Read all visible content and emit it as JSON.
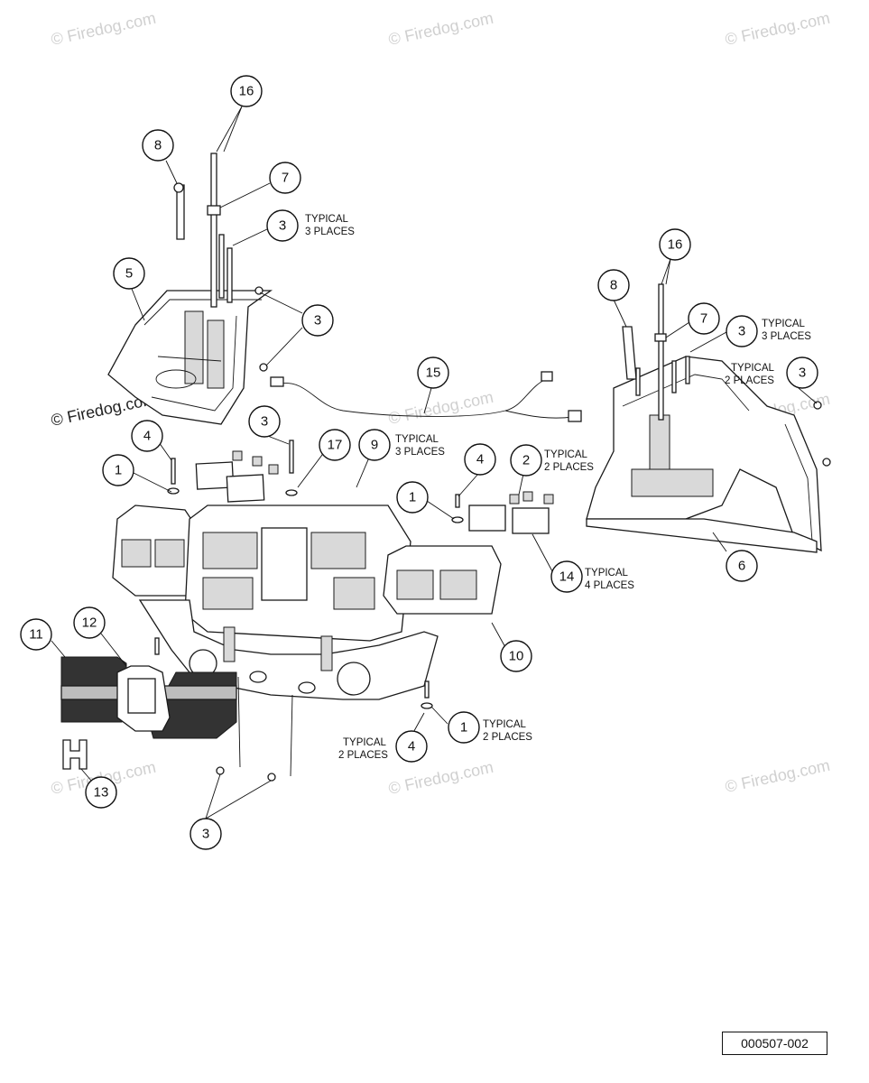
{
  "watermarks": {
    "brand": "© Firedog.com"
  },
  "reference_number": "000507-002",
  "callouts": [
    {
      "id": "c16a",
      "label": "16"
    },
    {
      "id": "c8a",
      "label": "8"
    },
    {
      "id": "c7a",
      "label": "7"
    },
    {
      "id": "c3a",
      "label": "3"
    },
    {
      "id": "c5",
      "label": "5"
    },
    {
      "id": "c3b",
      "label": "3"
    },
    {
      "id": "c15",
      "label": "15"
    },
    {
      "id": "c16b",
      "label": "16"
    },
    {
      "id": "c8b",
      "label": "8"
    },
    {
      "id": "c7b",
      "label": "7"
    },
    {
      "id": "c3c",
      "label": "3"
    },
    {
      "id": "c3d",
      "label": "3"
    },
    {
      "id": "c3e",
      "label": "3"
    },
    {
      "id": "c4a",
      "label": "4"
    },
    {
      "id": "c17",
      "label": "17"
    },
    {
      "id": "c9",
      "label": "9"
    },
    {
      "id": "c4b",
      "label": "4"
    },
    {
      "id": "c2",
      "label": "2"
    },
    {
      "id": "c1a",
      "label": "1"
    },
    {
      "id": "c1b",
      "label": "1"
    },
    {
      "id": "c6",
      "label": "6"
    },
    {
      "id": "c14",
      "label": "14"
    },
    {
      "id": "c10",
      "label": "10"
    },
    {
      "id": "c11",
      "label": "11"
    },
    {
      "id": "c12",
      "label": "12"
    },
    {
      "id": "c1c",
      "label": "1"
    },
    {
      "id": "c4c",
      "label": "4"
    },
    {
      "id": "c13",
      "label": "13"
    },
    {
      "id": "c3f",
      "label": "3"
    }
  ],
  "notes": {
    "typical_3_places_a": {
      "line1": "TYPICAL",
      "line2": "3 PLACES"
    },
    "typical_3_places_b": {
      "line1": "TYPICAL",
      "line2": "3 PLACES"
    },
    "typical_2_places_a": {
      "line1": "TYPICAL",
      "line2": "2 PLACES"
    },
    "typical_3_places_c": {
      "line1": "TYPICAL",
      "line2": "3 PLACES"
    },
    "typical_2_places_b": {
      "line1": "TYPICAL",
      "line2": "2 PLACES"
    },
    "typical_4_places": {
      "line1": "TYPICAL",
      "line2": "4 PLACES"
    },
    "typical_2_places_c": {
      "line1": "TYPICAL",
      "line2": "2 PLACES"
    },
    "typical_2_places_d": {
      "line1": "TYPICAL",
      "line2": "2 PLACES"
    }
  }
}
